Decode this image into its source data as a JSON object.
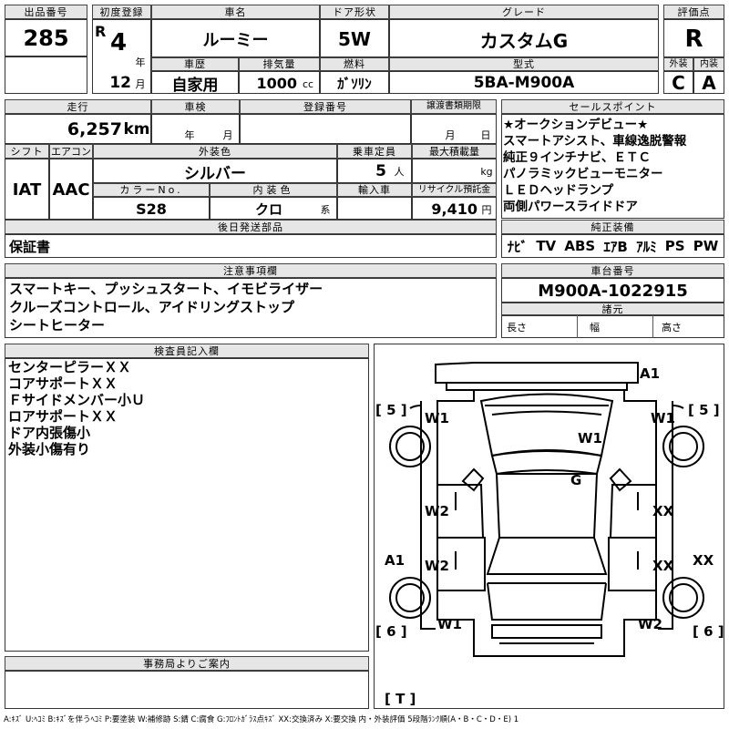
{
  "headers": {
    "lot_no": "出品番号",
    "first_reg": "初度登録",
    "car_name": "車名",
    "door": "ドア形状",
    "grade": "グレード",
    "score": "評価点",
    "history": "車歴",
    "displacement": "排気量",
    "fuel": "燃料",
    "model": "型式",
    "exterior": "外装",
    "interior": "内装",
    "mileage": "走行",
    "inspection": "車検",
    "reg_no": "登録番号",
    "transfer_deadline": "譲渡書類期限",
    "sales_points": "セールスポイント",
    "shift": "シフト",
    "aircon": "エアコン",
    "ext_color": "外装色",
    "capacity": "乗車定員",
    "max_load": "最大積載量",
    "color_no": "カラーNo.",
    "int_color": "内装色",
    "import": "輸入車",
    "recycle": "リサイクル預託金",
    "later_items": "後日発送部品",
    "equipment": "純正装備",
    "notes": "注意事項欄",
    "chassis_no": "車台番号",
    "dimensions": "諸元",
    "inspector": "検査員記入欄",
    "office": "事務局よりご案内"
  },
  "values": {
    "lot_no": "285",
    "era": "R",
    "year": "4",
    "year_unit": "年",
    "month": "12",
    "month_unit": "月",
    "car_name": "ルーミー",
    "door": "5W",
    "grade": "カスタムG",
    "score": "R",
    "history": "自家用",
    "displacement": "1000",
    "displacement_unit": "cc",
    "fuel": "ｶﾞｿﾘﾝ",
    "model": "5BA-M900A",
    "exterior_score": "C",
    "interior_score": "A",
    "mileage": "6,257",
    "mileage_unit": "km",
    "inspection_year_unit": "年",
    "inspection_month_unit": "月",
    "transfer_month_unit": "月",
    "transfer_day_unit": "日",
    "shift": "IAT",
    "aircon": "AAC",
    "ext_color": "シルバー",
    "capacity": "5",
    "capacity_unit": "人",
    "load_unit": "kg",
    "color_no": "S28",
    "int_color": "クロ",
    "int_color_unit": "系",
    "recycle": "9,410",
    "recycle_unit": "円",
    "later_items": "保証書",
    "chassis_no": "M900A-1022915",
    "length_label": "長さ",
    "width_label": "幅",
    "height_label": "高さ"
  },
  "sales_points": [
    "★オークションデビュー★",
    "スマートアシスト、車線逸脱警報",
    "純正９インチナビ、ＥＴＣ",
    "パノラミックビューモニター",
    "ＬＥＤヘッドランプ",
    "両側パワースライドドア"
  ],
  "equipment": [
    "ﾅﾋﾞ",
    "TV",
    "ABS",
    "ｴｱB",
    "ｱﾙﾐ",
    "PS",
    "PW"
  ],
  "notes": [
    "スマートキー、プッシュスタート、イモビライザー",
    "クルーズコントロール、アイドリングストップ",
    "シートヒーター"
  ],
  "inspector_notes": [
    "センターピラーＸＸ",
    "コアサポートＸＸ",
    "Ｆサイドメンバー小Ｕ",
    "ロアサポートＸＸ",
    "ドア内張傷小",
    "外装小傷有り"
  ],
  "diagram": {
    "tire_fl": "[ 5 ]",
    "tire_fr": "[ 5 ]",
    "tire_rl": "[ 6 ]",
    "tire_rr": "[ 6 ]",
    "spare": "[ T ]",
    "marks": {
      "front_bumper": "A1",
      "front_fender_l": "W1",
      "front_fender_r": "W1",
      "hood": "W1",
      "roof": "G",
      "front_door_l": "W2",
      "front_door_r": "XX",
      "rear_door_l": "W2",
      "rear_door_r": "XX",
      "rocker_l": "A1",
      "rocker_r": "XX",
      "rear_fender_l": "W1",
      "rear_fender_r": "W2"
    }
  },
  "legend": "A:ｷｽﾞ U:ﾍｺﾐ B:ｷｽﾞを伴うﾍｺﾐ P:要塗装 W:補修跡 S:錆 C:腐食 G:ﾌﾛﾝﾄｶﾞﾗｽ点ｷｽﾞ XX:交換済み X:要交換 内・外装評価 5段階ﾗﾝｸ順(A・B・C・D・E) 1"
}
